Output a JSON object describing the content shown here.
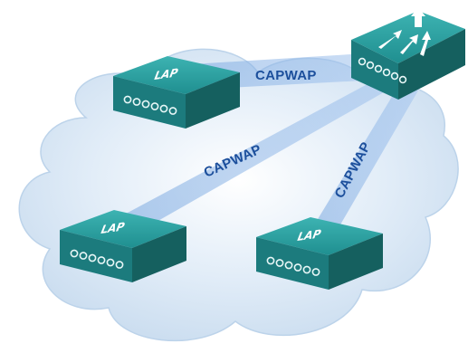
{
  "diagram": {
    "tunnels": [
      {
        "id": "top",
        "label": "CAPWAP"
      },
      {
        "id": "left",
        "label": "CAPWAP"
      },
      {
        "id": "right",
        "label": "CAPWAP"
      }
    ],
    "access_points": [
      {
        "id": "lap-1",
        "label": "LAP"
      },
      {
        "id": "lap-2",
        "label": "LAP"
      },
      {
        "id": "lap-3",
        "label": "LAP"
      }
    ],
    "controller": {
      "icon": "wireless-lan-controller-icon"
    },
    "colors": {
      "cloud": "#d7e6f4",
      "cloud_edge": "#b9cfe6",
      "tunnel": "#8fb6e6",
      "tunnel_text": "#1c4f9c",
      "device_top": "#2a9fa0",
      "device_front": "#1c7b7d",
      "device_side": "#15605f"
    }
  }
}
